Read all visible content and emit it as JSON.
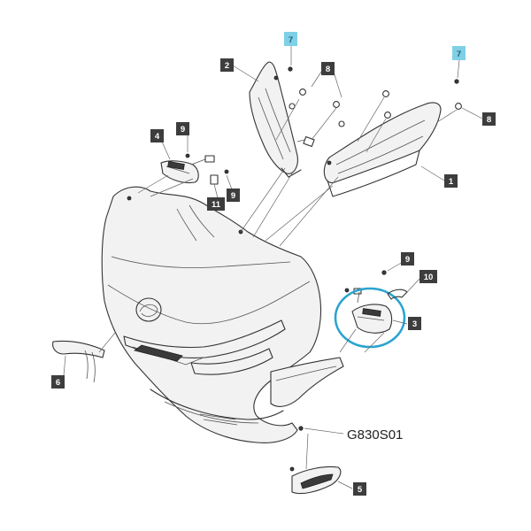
{
  "diagram": {
    "code": "G830S01",
    "highlight_color": "#2aa4cf",
    "callouts": [
      {
        "id": "c1",
        "label": "1",
        "style": "dark"
      },
      {
        "id": "c2",
        "label": "2",
        "style": "dark"
      },
      {
        "id": "c3",
        "label": "3",
        "style": "dark"
      },
      {
        "id": "c4",
        "label": "4",
        "style": "dark"
      },
      {
        "id": "c5",
        "label": "5",
        "style": "dark"
      },
      {
        "id": "c6",
        "label": "6",
        "style": "dark"
      },
      {
        "id": "c7a",
        "label": "7",
        "style": "highlight"
      },
      {
        "id": "c7b",
        "label": "7",
        "style": "highlight"
      },
      {
        "id": "c8a",
        "label": "8",
        "style": "dark"
      },
      {
        "id": "c8b",
        "label": "8",
        "style": "dark"
      },
      {
        "id": "c9a",
        "label": "9",
        "style": "dark"
      },
      {
        "id": "c9b",
        "label": "9",
        "style": "dark"
      },
      {
        "id": "c9c",
        "label": "9",
        "style": "dark"
      },
      {
        "id": "c10",
        "label": "10",
        "style": "dark"
      },
      {
        "id": "c11",
        "label": "11",
        "style": "dark"
      }
    ]
  }
}
